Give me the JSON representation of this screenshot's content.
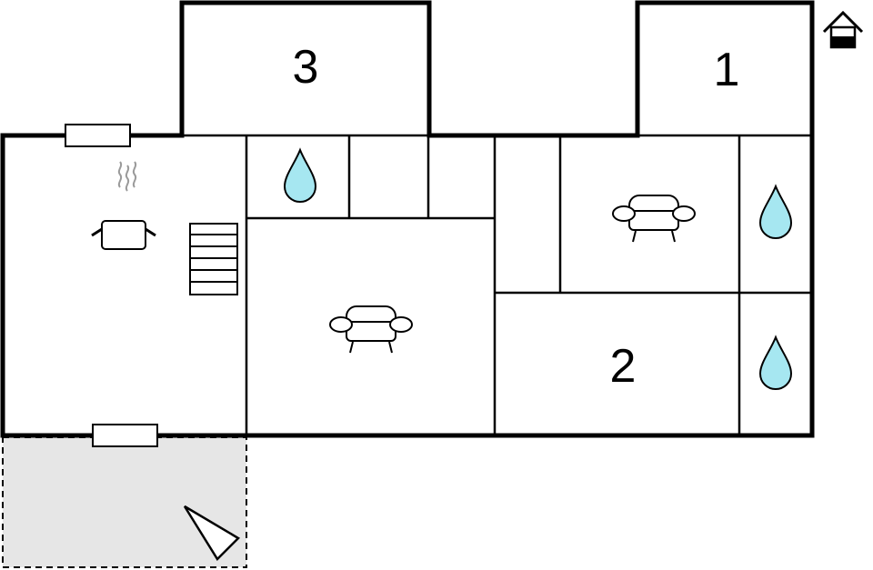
{
  "rooms": [
    {
      "id": "bedroom-3",
      "label": "3"
    },
    {
      "id": "bedroom-1",
      "label": "1"
    },
    {
      "id": "bedroom-2",
      "label": "2"
    }
  ],
  "icons": {
    "bathroom": "water-drop-icon",
    "living": "sofa-icon",
    "kitchen": "cooking-pot-icon",
    "stairs": "staircase-icon",
    "house": "house-icon",
    "north": "compass-arrow-icon",
    "window": "window-icon"
  },
  "colors": {
    "wall": "#000000",
    "water": "#a6e7f1",
    "terrace": "#e6e6e6",
    "background": "#ffffff",
    "steam": "#9a9a9a"
  }
}
